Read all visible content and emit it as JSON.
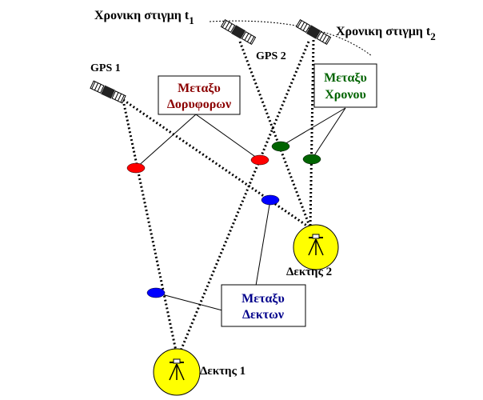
{
  "labels": {
    "time_t1": "Χρονικη στιγμη t",
    "time_t1_sub": "1",
    "time_t2": "Χρονικη στιγμη t",
    "time_t2_sub": "2",
    "gps1": "GPS 1",
    "gps2": "GPS 2",
    "receiver1": "Δεκτης 1",
    "receiver2": "Δεκτης 2"
  },
  "boxes": {
    "satellites": {
      "line1": "Μεταξυ",
      "line2": "Δορυφορων",
      "color": "#8b0000"
    },
    "time": {
      "line1": "Μεταξυ",
      "line2": "Χρονου",
      "color": "#006400"
    },
    "receivers": {
      "line1": "Μεταξυ",
      "line2": "Δεκτων",
      "color": "#00008b"
    }
  },
  "colors": {
    "red": "#ff0000",
    "green": "#006400",
    "blue": "#0000ff",
    "receiver_fill": "#ffff00"
  }
}
